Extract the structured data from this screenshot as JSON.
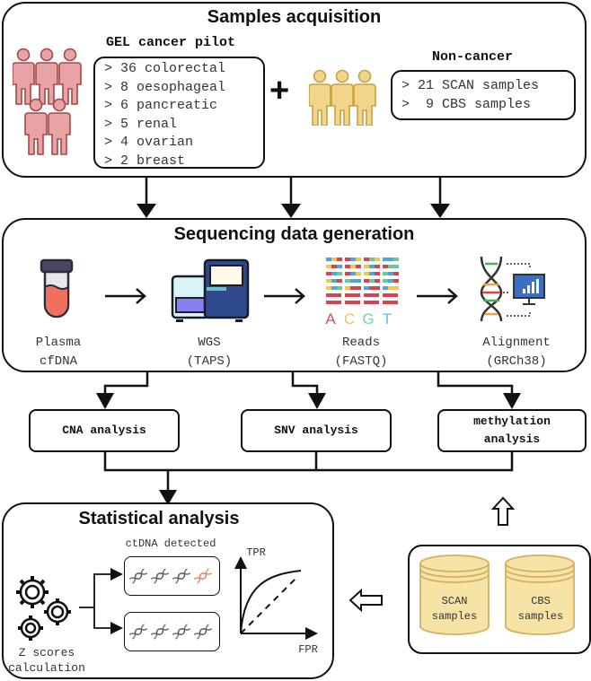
{
  "samples_panel": {
    "title": "Samples acquisition",
    "cancer_header": "GEL cancer pilot",
    "cancer_list": [
      "> 36 colorectal",
      "> 8 oesophageal",
      "> 6 pancreatic",
      "> 5 renal",
      "> 4 ovarian",
      "> 2 breast"
    ],
    "plus": "+",
    "noncancer_header": "Non-cancer",
    "noncancer_list": [
      "> 21 SCAN samples",
      ">  9 CBS samples"
    ],
    "colors": {
      "cancer_people": "#e8a4a4",
      "noncancer_people": "#f0d58a"
    }
  },
  "sequencing_panel": {
    "title": "Sequencing data generation",
    "steps": [
      {
        "line1": "Plasma",
        "line2": "cfDNA",
        "icon": "test-tube-icon"
      },
      {
        "line1": "WGS",
        "line2": "(TAPS)",
        "icon": "sequencer-icon"
      },
      {
        "line1": "Reads",
        "line2": "(FASTQ)",
        "icon": "reads-icon"
      },
      {
        "line1": "Alignment",
        "line2": "(GRCh38)",
        "icon": "dna-monitor-icon"
      }
    ],
    "bases": [
      "A",
      "C",
      "G",
      "T"
    ]
  },
  "analyses": {
    "cna": "CNA analysis",
    "snv": "SNV analysis",
    "methylation_line1": "methylation",
    "methylation_line2": "analysis"
  },
  "statistical_panel": {
    "title": "Statistical analysis",
    "gears_label_line1": "Z scores",
    "gears_label_line2": "calculation",
    "detected_label": "ctDNA detected",
    "roc_y": "TPR",
    "roc_x": "FPR"
  },
  "controls_panel": {
    "db1_line1": "SCAN",
    "db1_line2": "samples",
    "db2_line1": "CBS",
    "db2_line2": "samples",
    "color": "#f6e3a6"
  }
}
